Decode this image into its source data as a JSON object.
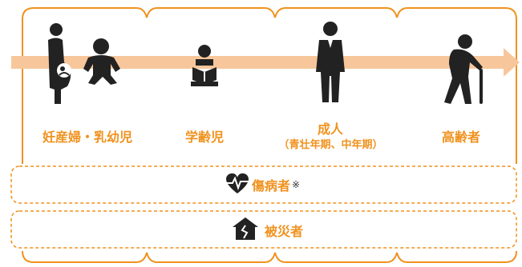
{
  "groups": {
    "pregnancy_infants": "妊産婦・乳幼児",
    "school_age": "学齢児",
    "adult": "成人",
    "adult_sub": "（青壮年期、中年期）",
    "elderly": "高齢者"
  },
  "bands": {
    "injured_sick": {
      "label": "傷病者",
      "note": "※",
      "icon": "heart-pulse-icon"
    },
    "disaster_victims": {
      "label": "被災者",
      "icon": "damaged-house-icon"
    }
  },
  "colors": {
    "orange": "#f0921e",
    "arrow": "#f7c79b",
    "dark": "#222222"
  }
}
